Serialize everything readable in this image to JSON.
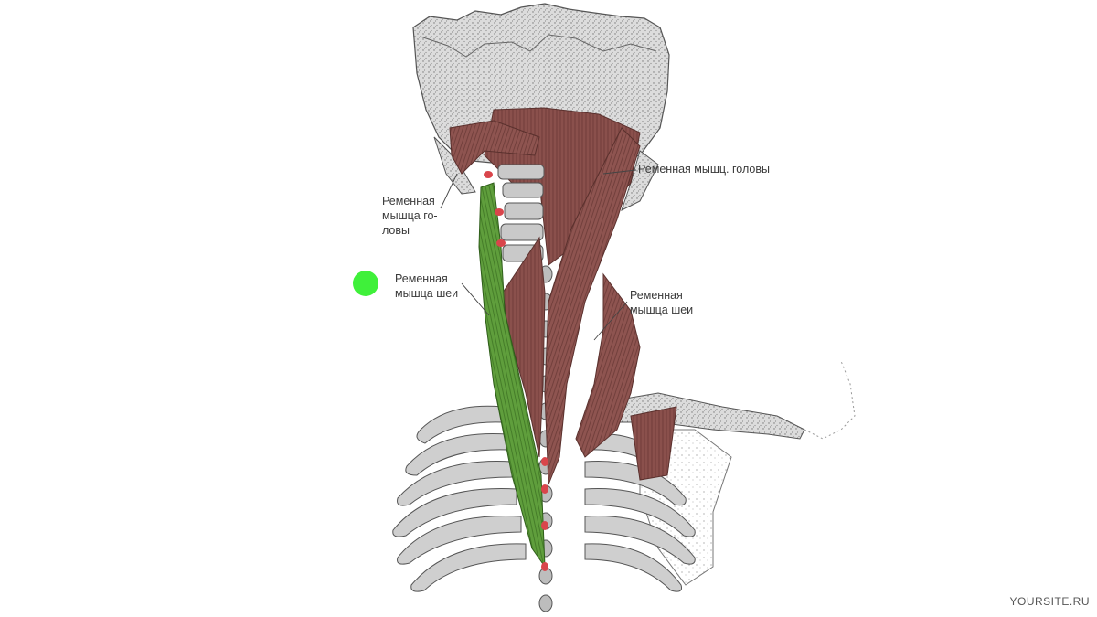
{
  "labels": {
    "splenius_capitis_right": "Ременная мышц. головы",
    "splenius_capitis_left": [
      "Ременная",
      "мышца го-",
      "ловы"
    ],
    "splenius_cervicis_left": [
      "Ременная",
      "мышца шеи"
    ],
    "splenius_cervicis_right": [
      "Ременная",
      "мышца шеи"
    ]
  },
  "watermark": "YOURSITE.RU",
  "colors": {
    "highlight_marker": "#3ff03a",
    "highlighted_muscle": "#5f9e3c",
    "muscle": "#8a4f4c",
    "bone": "#d0d0d0",
    "bone_stipple": "#7a7a7a"
  }
}
